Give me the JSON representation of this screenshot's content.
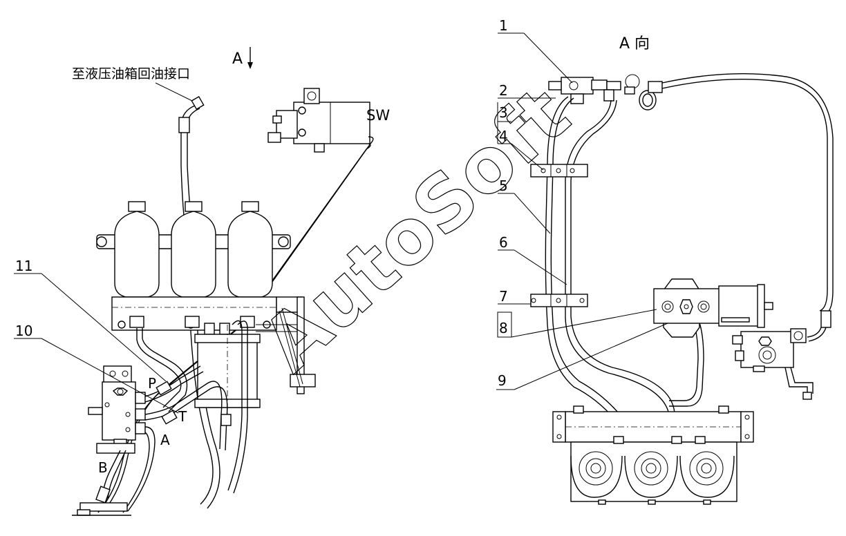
{
  "title_left": "A",
  "title_right": "A 向",
  "annotation_return": "至液压油箱回油接口",
  "valve_sw": "SW",
  "port_p": "P",
  "port_t": "T",
  "port_a": "A",
  "port_b": "B",
  "callouts": [
    "1",
    "2",
    "3",
    "4",
    "5",
    "6",
    "7",
    "8",
    "9",
    "10",
    "11"
  ],
  "watermark": "AutoSoft"
}
